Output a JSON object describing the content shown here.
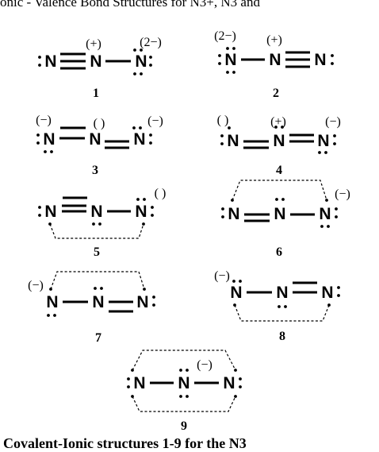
{
  "header": {
    "text": "onic - Valence Bond Structures for N3+, N3 and"
  },
  "caption": {
    "text": "Covalent-Ionic structures 1-9 for the N3"
  },
  "structures": [
    {
      "label": "1",
      "atoms": [
        "N",
        "N",
        "N"
      ],
      "charges": [
        "",
        "(+)",
        "(2−)"
      ]
    },
    {
      "label": "2",
      "atoms": [
        "N",
        "N",
        "N"
      ],
      "charges": [
        "(2−)",
        "(+)",
        ""
      ]
    },
    {
      "label": "3",
      "atoms": [
        "N",
        "N",
        "N"
      ],
      "charges": [
        "(−)",
        "( )",
        "(−)"
      ]
    },
    {
      "label": "4",
      "atoms": [
        "N",
        "N",
        "N"
      ],
      "charges": [
        "( )",
        "(+)",
        "(−)"
      ]
    },
    {
      "label": "5",
      "atoms": [
        "N",
        "N",
        "N"
      ],
      "charges": [
        "",
        "",
        "( )"
      ]
    },
    {
      "label": "6",
      "atoms": [
        "N",
        "N",
        "N"
      ],
      "charges": [
        "",
        "",
        "(−)"
      ]
    },
    {
      "label": "7",
      "atoms": [
        "N",
        "N",
        "N"
      ],
      "charges": [
        "(−)",
        "",
        ""
      ]
    },
    {
      "label": "8",
      "atoms": [
        "N",
        "N",
        "N"
      ],
      "charges": [
        "(−)",
        "",
        ""
      ]
    },
    {
      "label": "9",
      "atoms": [
        "N",
        "N",
        "N"
      ],
      "charges": [
        "",
        "(−)",
        ""
      ]
    }
  ]
}
